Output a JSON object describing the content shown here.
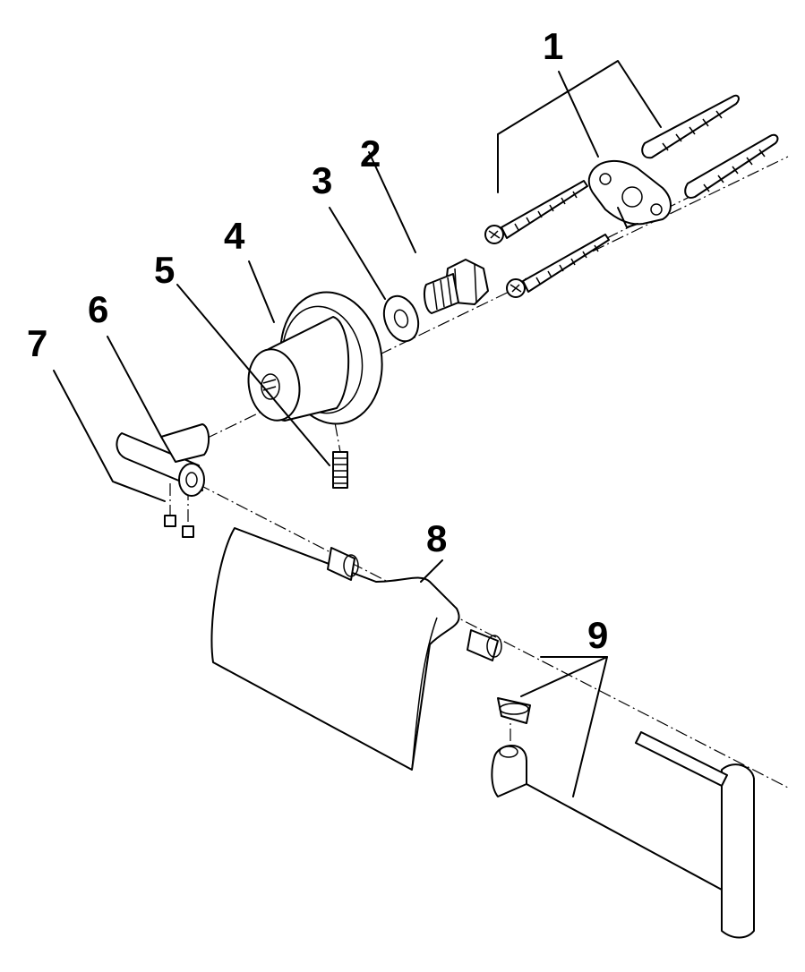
{
  "diagram": {
    "type": "exploded-parts-drawing",
    "line_color": "#000000",
    "background": "#ffffff",
    "callouts": [
      {
        "id": "1",
        "label": "1"
      },
      {
        "id": "2",
        "label": "2"
      },
      {
        "id": "3",
        "label": "3"
      },
      {
        "id": "4",
        "label": "4"
      },
      {
        "id": "5",
        "label": "5"
      },
      {
        "id": "6",
        "label": "6"
      },
      {
        "id": "7",
        "label": "7"
      },
      {
        "id": "8",
        "label": "8"
      },
      {
        "id": "9",
        "label": "9"
      }
    ]
  }
}
